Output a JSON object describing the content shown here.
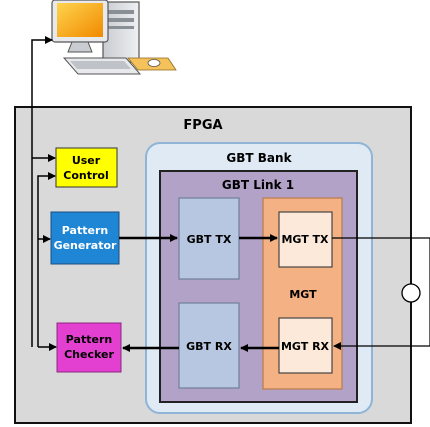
{
  "diagram": {
    "fpga_label": "FPGA",
    "gbt_bank_label": "GBT Bank",
    "gbt_link_label": "GBT Link 1",
    "user_control": [
      "User",
      "Control"
    ],
    "pattern_generator": [
      "Pattern",
      "Generator"
    ],
    "pattern_checker": [
      "Pattern",
      "Checker"
    ],
    "gbt_tx_label": "GBT TX",
    "gbt_rx_label": "GBT RX",
    "mgt_label": "MGT",
    "mgt_tx_label": "MGT TX",
    "mgt_rx_label": "MGT RX",
    "colors": {
      "fpga_fill": "#d9d9d9",
      "gbt_bank_fill": "#dfeaf4",
      "gbt_bank_stroke": "#8fb4d6",
      "gbt_link_fill": "#b3a2c7",
      "gbt_block_fill": "#b8c7e1",
      "mgt_fill": "#f4b183",
      "mgt_block_fill": "#fde9d9",
      "user_control_fill": "#ffff00",
      "pattern_generator_fill": "#1f86d6",
      "pattern_checker_fill": "#e33fd1"
    },
    "icons": [
      "computer-icon",
      "loopback-circle-icon"
    ]
  }
}
